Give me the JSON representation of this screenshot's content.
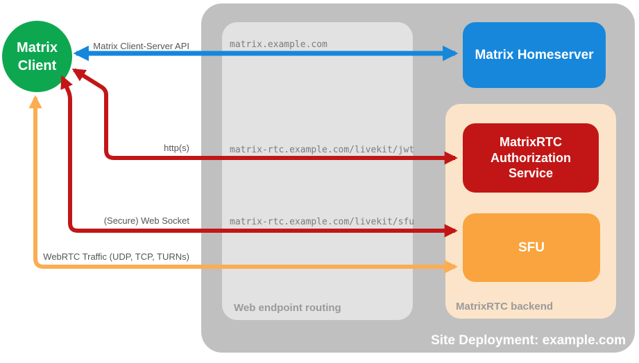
{
  "diagram": {
    "title": "Site Deployment: example.com",
    "client": {
      "label": "Matrix\nClient"
    },
    "homeserver": {
      "label": "Matrix Homeserver"
    },
    "auth_service": {
      "label": "MatrixRTC\nAuthorization\nService"
    },
    "sfu": {
      "label": "SFU"
    },
    "containers": {
      "site_deployment": {
        "label": "Site Deployment: example.com"
      },
      "web_endpoint_routing": {
        "label": "Web endpoint routing"
      },
      "matrixrtc_backend": {
        "label": "MatrixRTC backend"
      }
    },
    "edges": [
      {
        "from": "Matrix Client",
        "to": "Matrix Homeserver",
        "protocol": "Matrix Client-Server API",
        "endpoint": "matrix.example.com",
        "color": "#1687db",
        "bidirectional": true
      },
      {
        "from": "Matrix Client",
        "to": "MatrixRTC Authorization Service",
        "protocol": "http(s)",
        "endpoint": "matrix-rtc.example.com/livekit/jwt",
        "color": "#c21616",
        "bidirectional": true
      },
      {
        "from": "Matrix Client",
        "to": "SFU",
        "protocol": "(Secure) Web Socket",
        "endpoint": "matrix-rtc.example.com/livekit/sfu",
        "color": "#c21616",
        "bidirectional": true
      },
      {
        "from": "Matrix Client",
        "to": "SFU",
        "protocol": "WebRTC Traffic (UDP, TCP, TURNs)",
        "endpoint": "",
        "color": "#fbad52",
        "bidirectional": true
      }
    ],
    "colors": {
      "client_green": "#0da750",
      "homeserver_blue": "#1687db",
      "rtc_red": "#c21616",
      "sfu_orange": "#f9a43e",
      "webrtc_arrow_orange": "#fbad52",
      "backend_peach": "#fbe4c9",
      "site_gray": "#c0c0c0",
      "routing_gray": "#e2e2e2"
    }
  }
}
